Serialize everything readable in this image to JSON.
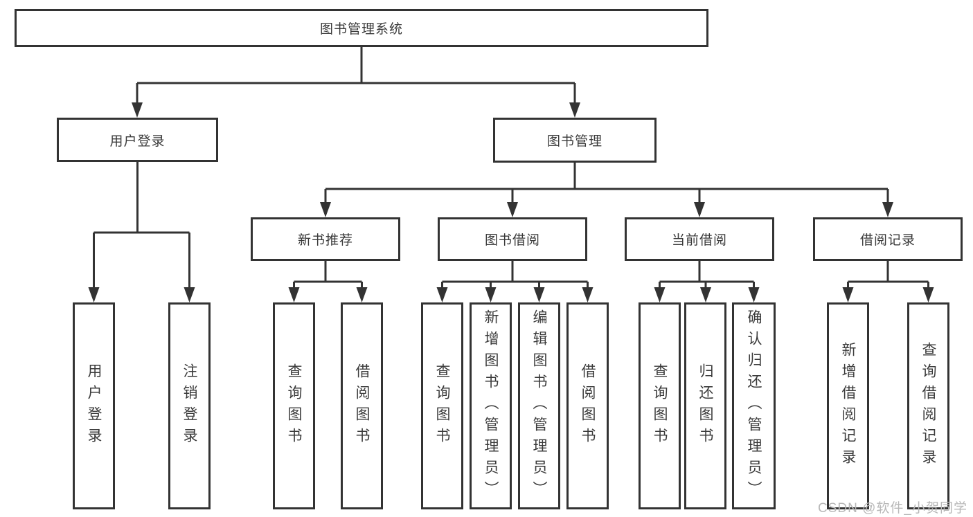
{
  "diagram": {
    "root": {
      "label": "图书管理系统"
    },
    "level2": [
      {
        "label": "用户登录"
      },
      {
        "label": "图书管理"
      }
    ],
    "level3": [
      {
        "label": "新书推荐"
      },
      {
        "label": "图书借阅"
      },
      {
        "label": "当前借阅"
      },
      {
        "label": "借阅记录"
      }
    ],
    "leaves": {
      "user_login": [
        "用户登录",
        "注销登录"
      ],
      "new_book": [
        "查询图书",
        "借阅图书"
      ],
      "book_borrow": [
        "查询图书",
        "新增图书（管理员）",
        "编辑图书（管理员）",
        "借阅图书"
      ],
      "current_borrow": [
        "查询图书",
        "归还图书",
        "确认归还（管理员）"
      ],
      "borrow_record": [
        "新增借阅记录",
        "查询借阅记录"
      ]
    },
    "watermark": "CSDN @软件_小贺同学",
    "colors": {
      "line": "#333333",
      "box_border": "#333333",
      "text": "#3a3a3a",
      "watermark": "#b8b8b8",
      "background": "#ffffff"
    }
  }
}
